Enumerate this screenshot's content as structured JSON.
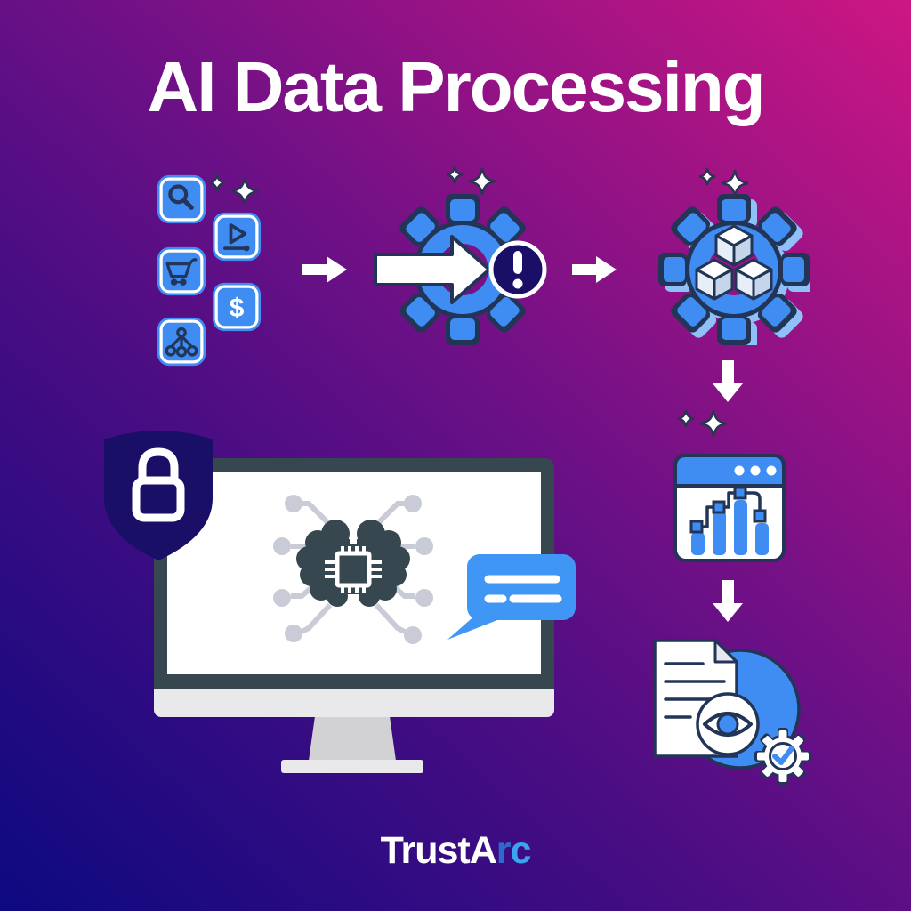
{
  "title": "AI Data Processing",
  "brand": {
    "white_part": "TrustA",
    "blue_r": "r",
    "blue_c": "c"
  },
  "glyphs": {
    "dollar": "$"
  },
  "colors": {
    "bg_gradient_start": "#0c0980",
    "bg_gradient_mid": "#6b1086",
    "bg_gradient_end": "#cd1683",
    "icon_blue": "#3f8cf3",
    "outline_navy": "#233557",
    "deep_navy": "#190f66",
    "slate": "#37474f",
    "circuit_gray": "#c9ccd6",
    "stand_gray": "#d2d2d5",
    "chin_gray": "#e9e9eb",
    "cube_left_face": "#e8eef7",
    "cube_right_face": "#c5d6eb",
    "bubble_blue": "#3f96f5",
    "white": "#ffffff",
    "brand_r_blue": "#3069c9",
    "brand_c_blue": "#3ba3f0"
  },
  "flow": {
    "step1_data_source_icons": [
      "search-icon",
      "video-play-icon",
      "shopping-cart-icon",
      "dollar-icon",
      "network-icon"
    ],
    "step2_icon": "gear-process-alert-icon",
    "step3_icon": "gear-data-cubes-icon",
    "step4_icon": "analytics-browser-icon",
    "step5_icon": "document-review-verified-icon",
    "security_icon": "shield-lock-icon",
    "ai_icon": "monitor-brain-chip-icon",
    "chat_icon": "chat-bubble-icon"
  }
}
